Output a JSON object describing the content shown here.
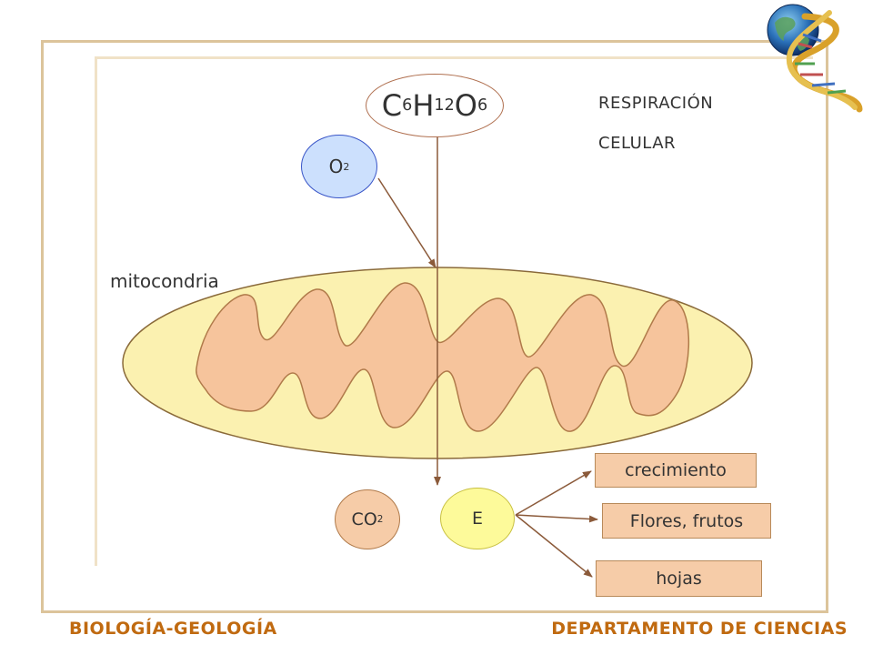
{
  "title": {
    "line1": "RESPIRACIÓN",
    "line2": "CELULAR"
  },
  "formula": {
    "C": "C",
    "c_sub": "6",
    "H": "H",
    "h_sub": "12",
    "O": "O",
    "o_sub": "6"
  },
  "oxygen": {
    "symbol": "O",
    "sub": "2"
  },
  "organelle_label": "mitocondria",
  "products": {
    "co2": {
      "symbol": "CO",
      "sub": "2"
    },
    "energy": "E"
  },
  "outcomes": [
    "crecimiento",
    "Flores, frutos",
    "hojas"
  ],
  "footer": {
    "left": "BIOLOGÍA-GEOLOGÍA",
    "right": "DEPARTAMENTO DE CIENCIAS"
  },
  "colors": {
    "frame": "#dcc49b",
    "mito_outer": "#fbf1b0",
    "mito_inner": "#f6c49c",
    "o2_fill": "#cce0fd",
    "energy_fill": "#fdfa9a",
    "footer_text": "#c06a10",
    "arrow": "#8b5a3a"
  },
  "icons": [
    "dna-globe-logo-icon"
  ]
}
